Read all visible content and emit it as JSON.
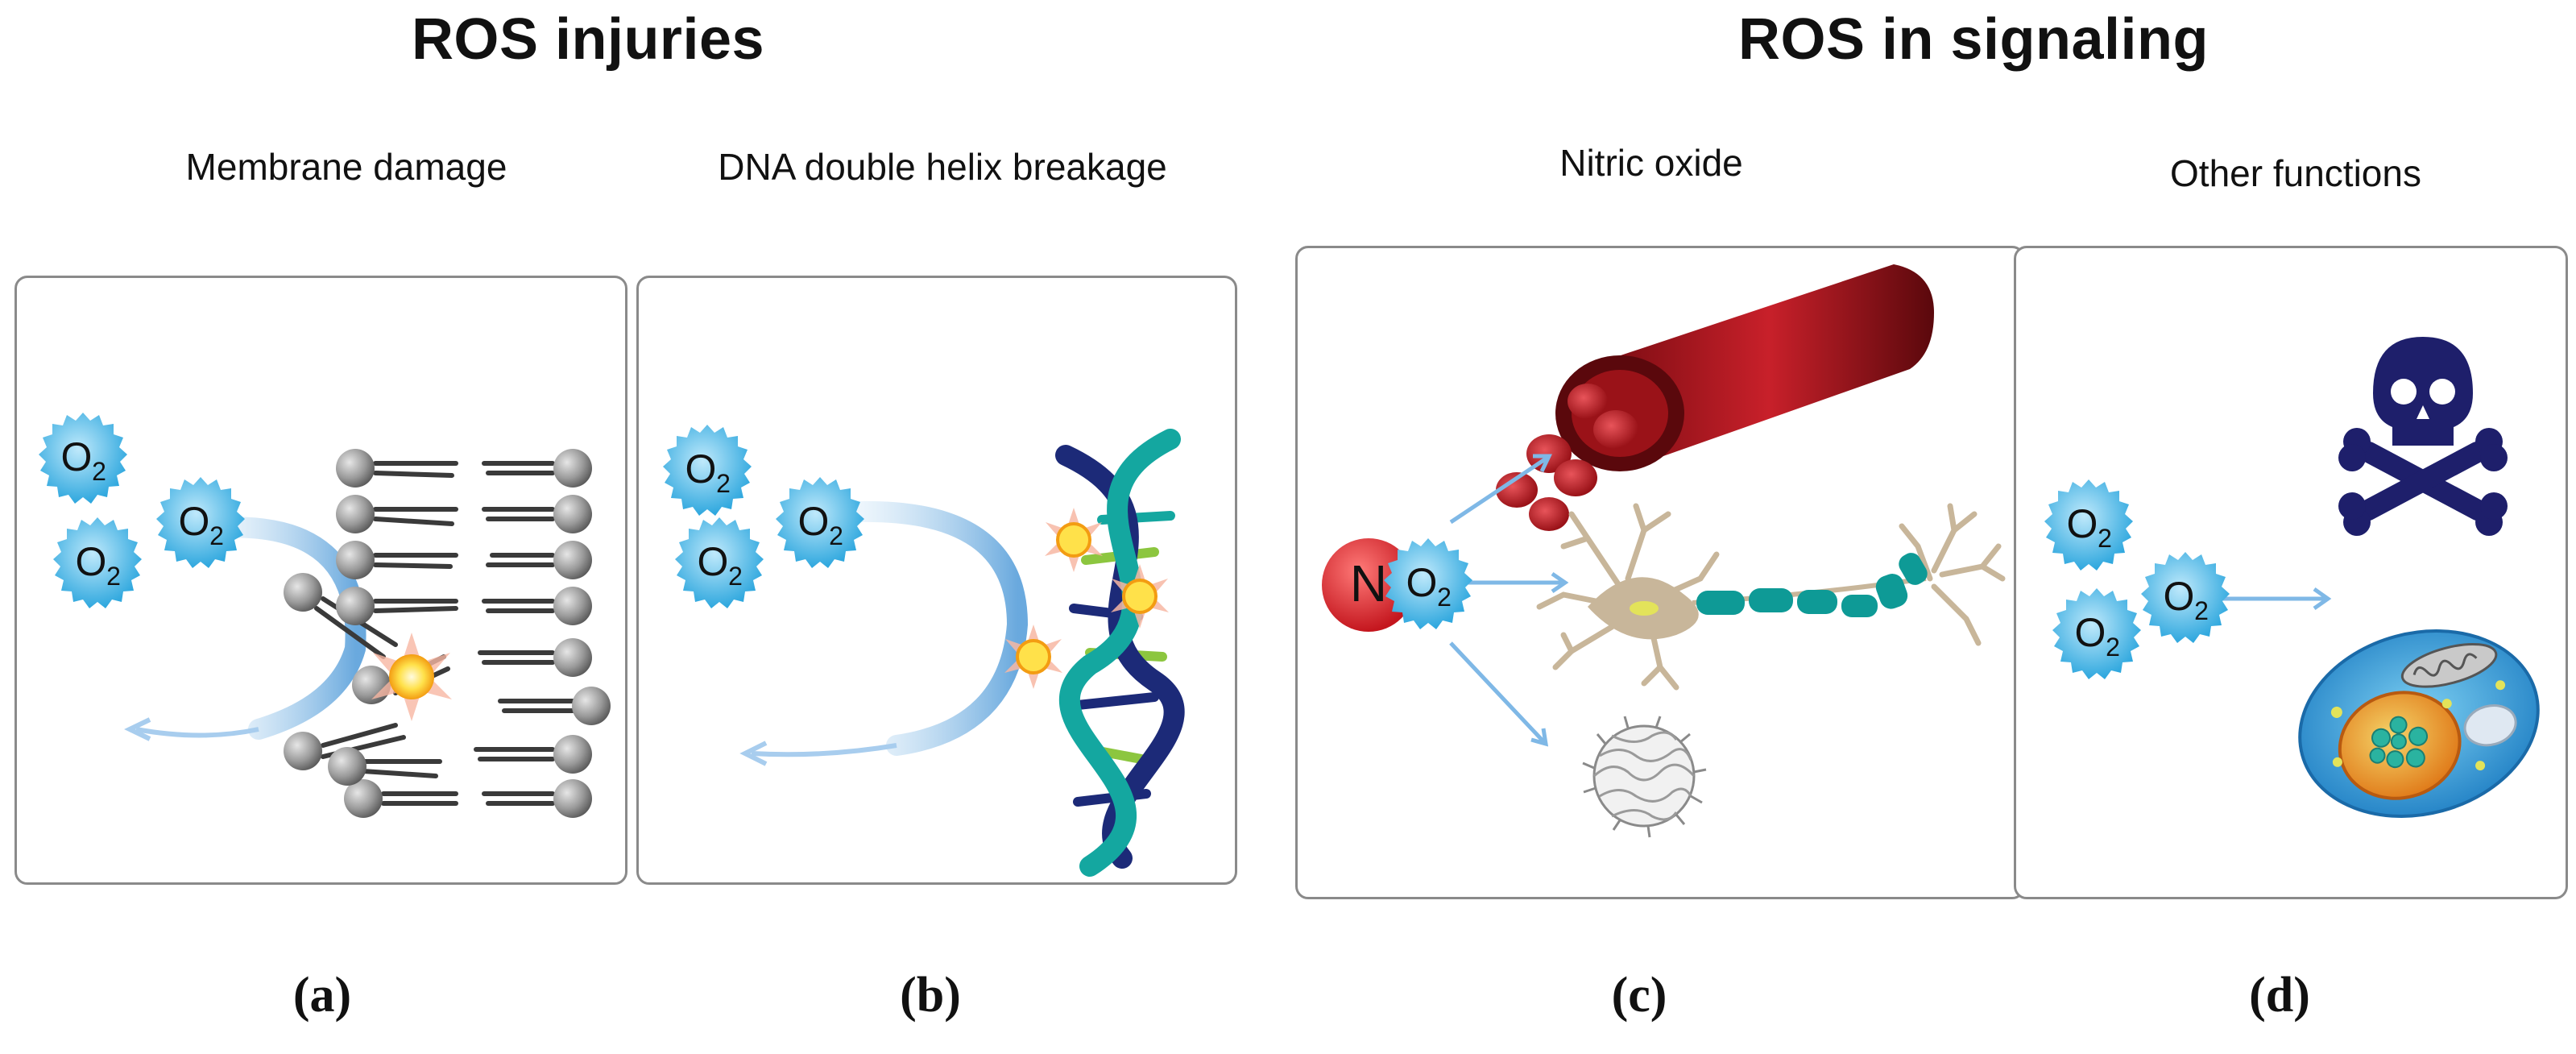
{
  "titles": {
    "injuries": "ROS injuries",
    "signaling": "ROS in signaling"
  },
  "panels": [
    {
      "subtitle": "Membrane damage",
      "label": "(a)"
    },
    {
      "subtitle": "DNA double helix breakage",
      "label": "(b)"
    },
    {
      "subtitle": "Nitric oxide",
      "label": "(c)"
    },
    {
      "subtitle": "Other functions",
      "label": "(d)"
    }
  ],
  "molecules": {
    "oxygen": "O",
    "oxygen_sub": "2",
    "nitrogen": "N"
  },
  "colors": {
    "oxygen_blue": "#5cc6ee",
    "arrow_blue": "#7fb8e6",
    "nitrogen_red": "#d9272e",
    "vessel_red": "#b01820",
    "neuron_tan": "#c8b69a",
    "myelin_teal": "#0e9a96",
    "skull_navy": "#1e1f6b",
    "cell_blue": "#1f7fc4",
    "dna_navy": "#1c2a78",
    "dna_teal": "#14a7a0",
    "dna_green": "#8cc63f"
  }
}
